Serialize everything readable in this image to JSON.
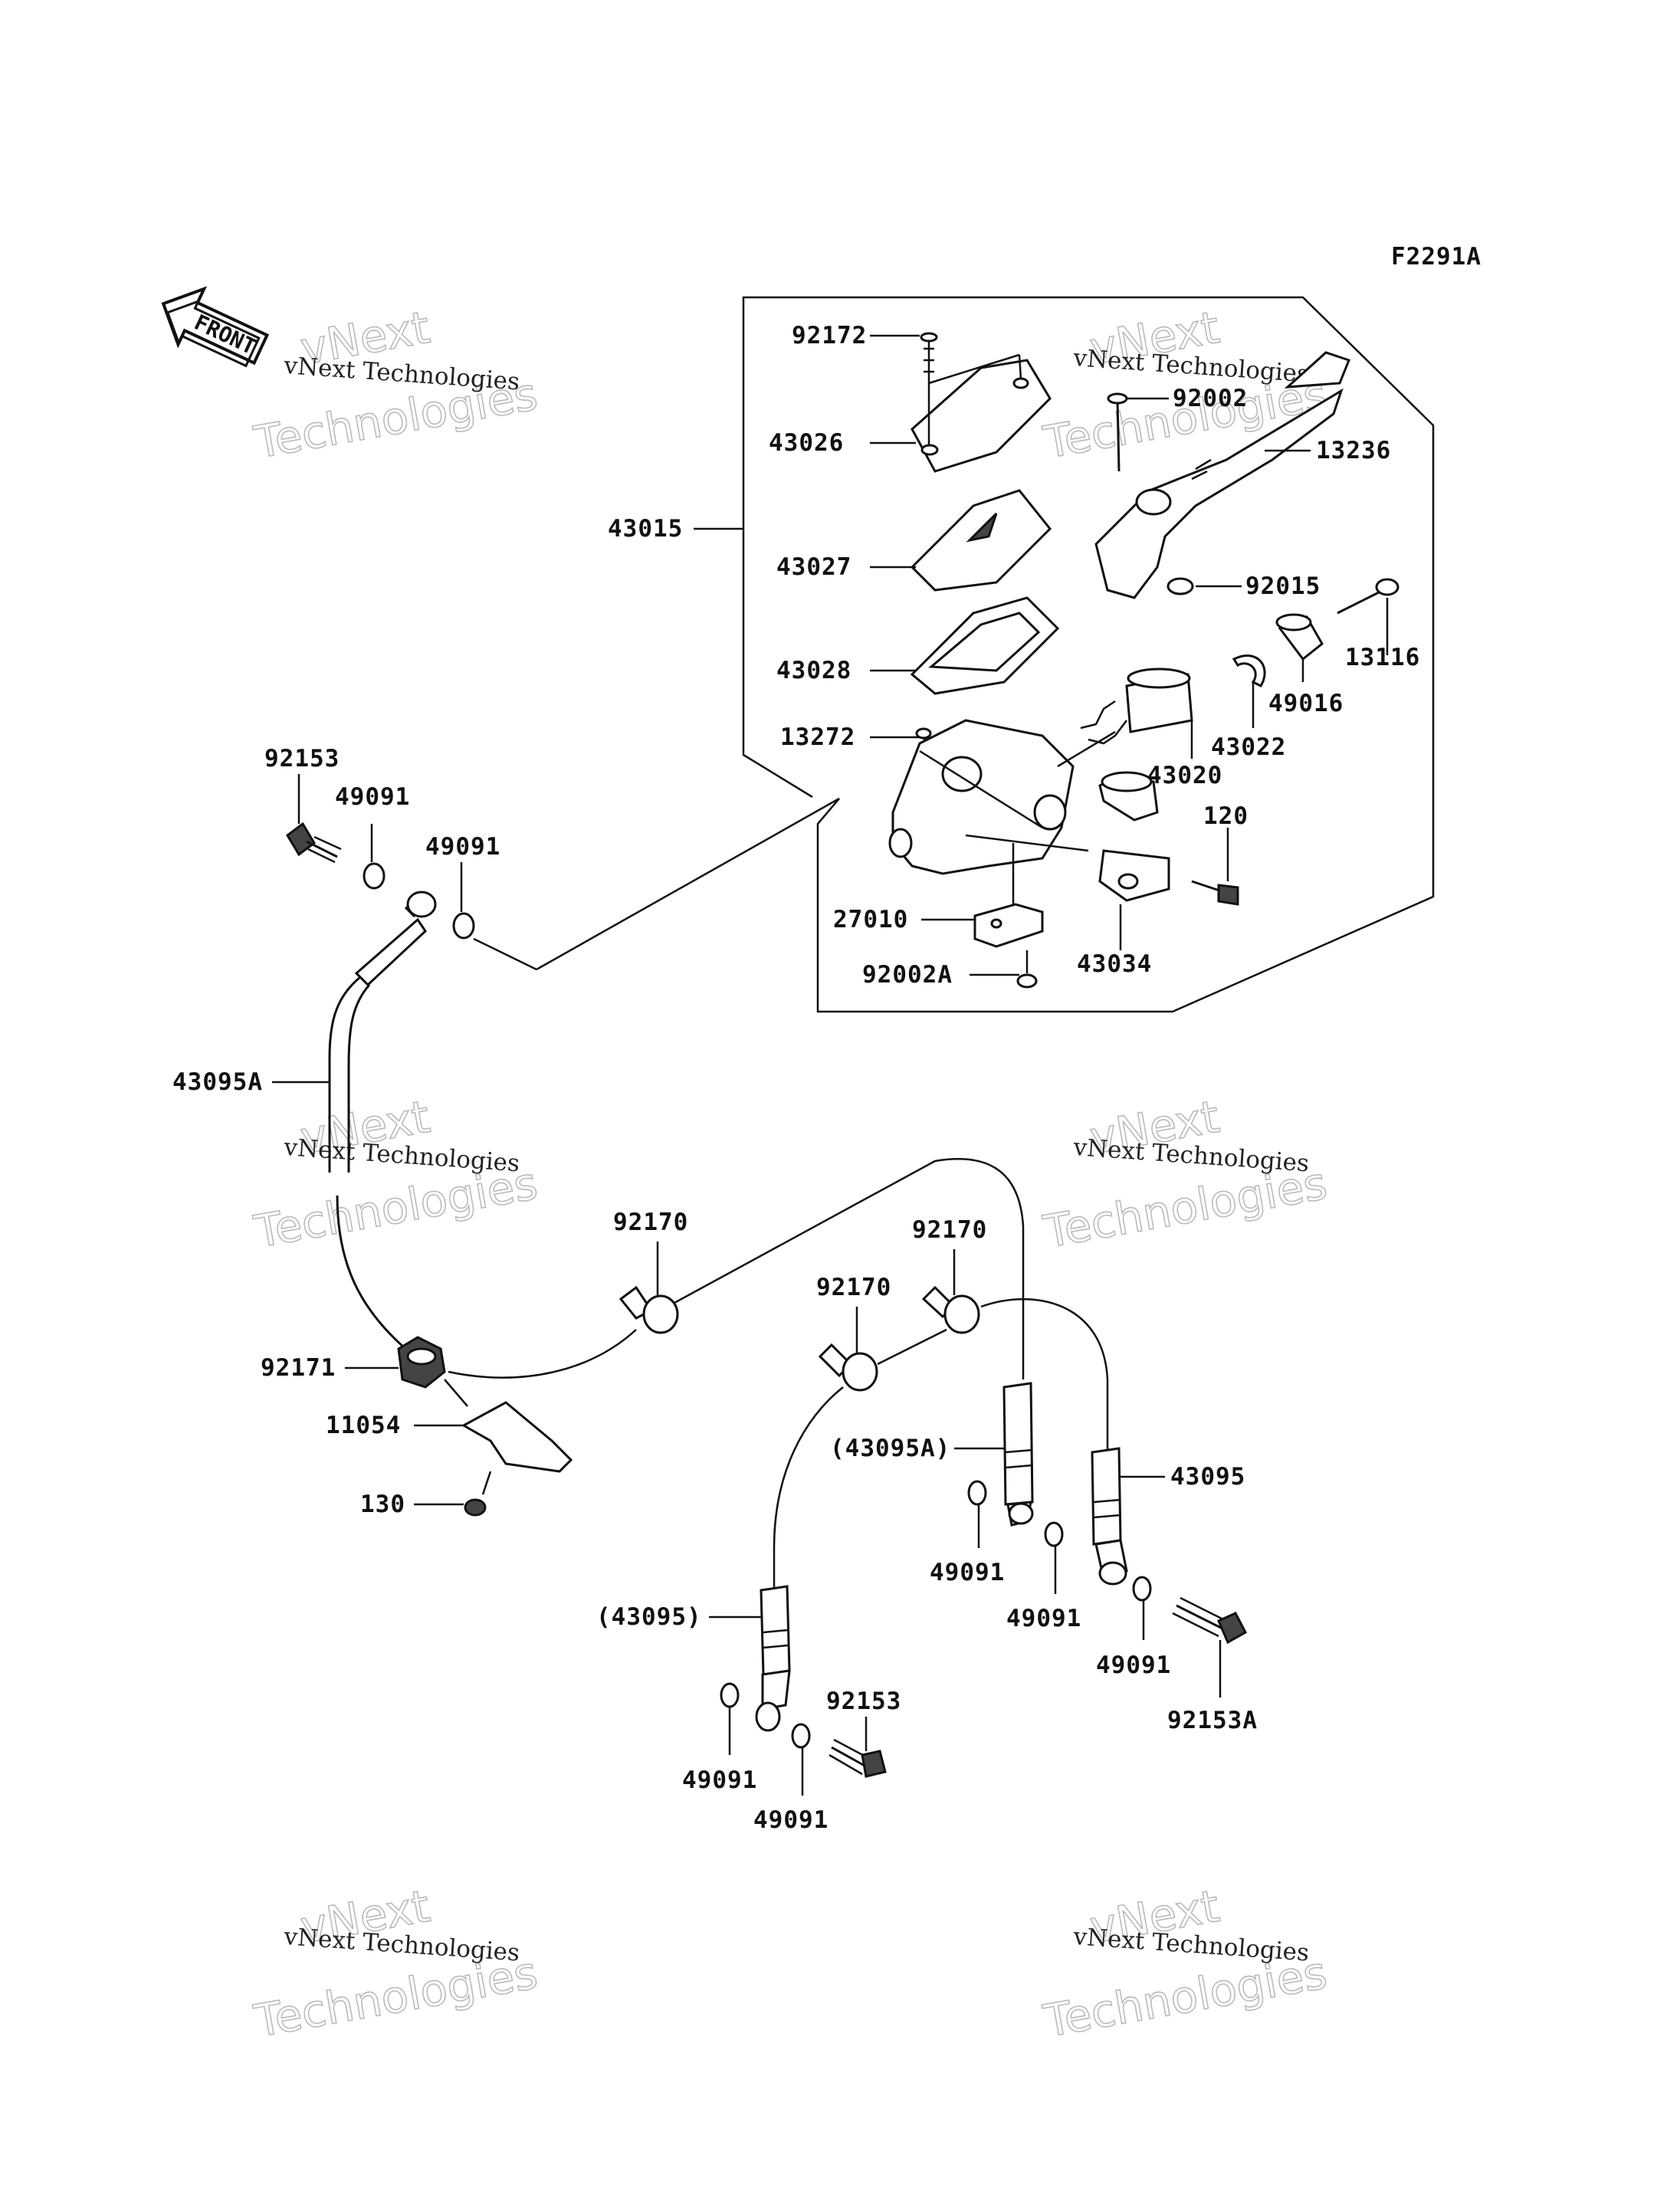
{
  "diagram": {
    "figure_code": "F2291A",
    "front_label": "FRONT",
    "watermark": {
      "line1": "vNext",
      "line2": "vNext Technologies",
      "line3": "Technologies"
    },
    "labels": [
      {
        "id": "92172",
        "text": "92172"
      },
      {
        "id": "43026",
        "text": "43026"
      },
      {
        "id": "43015",
        "text": "43015"
      },
      {
        "id": "43027",
        "text": "43027"
      },
      {
        "id": "43028",
        "text": "43028"
      },
      {
        "id": "13272",
        "text": "13272"
      },
      {
        "id": "27010",
        "text": "27010"
      },
      {
        "id": "92002A",
        "text": "92002A"
      },
      {
        "id": "43034",
        "text": "43034"
      },
      {
        "id": "120",
        "text": "120"
      },
      {
        "id": "43020",
        "text": "43020"
      },
      {
        "id": "43022",
        "text": "43022"
      },
      {
        "id": "49016",
        "text": "49016"
      },
      {
        "id": "13116",
        "text": "13116"
      },
      {
        "id": "92015",
        "text": "92015"
      },
      {
        "id": "13236",
        "text": "13236"
      },
      {
        "id": "92002",
        "text": "92002"
      },
      {
        "id": "92153-top",
        "text": "92153"
      },
      {
        "id": "49091-a",
        "text": "49091"
      },
      {
        "id": "49091-b",
        "text": "49091"
      },
      {
        "id": "43095A",
        "text": "43095A"
      },
      {
        "id": "92170-a",
        "text": "92170"
      },
      {
        "id": "92170-b",
        "text": "92170"
      },
      {
        "id": "92170-c",
        "text": "92170"
      },
      {
        "id": "92171",
        "text": "92171"
      },
      {
        "id": "11054",
        "text": "11054"
      },
      {
        "id": "130",
        "text": "130"
      },
      {
        "id": "43095A-ref",
        "text": "(43095A)"
      },
      {
        "id": "43095",
        "text": "43095"
      },
      {
        "id": "49091-c",
        "text": "49091"
      },
      {
        "id": "49091-d",
        "text": "49091"
      },
      {
        "id": "49091-e",
        "text": "49091"
      },
      {
        "id": "92153A",
        "text": "92153A"
      },
      {
        "id": "43095-ref",
        "text": "(43095)"
      },
      {
        "id": "92153-bottom",
        "text": "92153"
      },
      {
        "id": "49091-f",
        "text": "49091"
      },
      {
        "id": "49091-g",
        "text": "49091"
      }
    ]
  }
}
